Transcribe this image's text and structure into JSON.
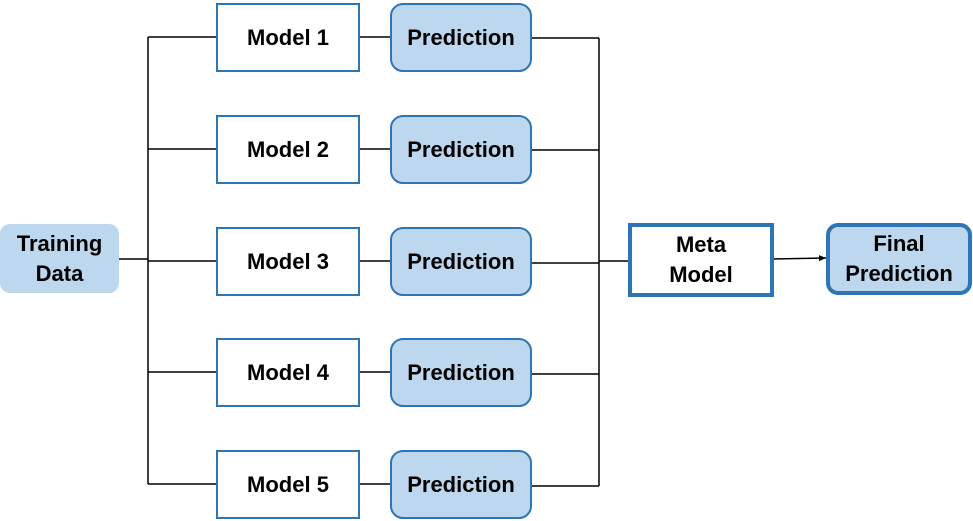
{
  "diagram": {
    "training_data": "Training\nData",
    "models": [
      "Model 1",
      "Model 2",
      "Model 3",
      "Model 4",
      "Model 5"
    ],
    "predictions": [
      "Prediction",
      "Prediction",
      "Prediction",
      "Prediction",
      "Prediction"
    ],
    "meta_model": "Meta\nModel",
    "final_prediction": "Final\nPrediction"
  },
  "colors": {
    "box_fill": "#bdd7ee",
    "box_border": "#2e75b6",
    "line": "#000000"
  }
}
